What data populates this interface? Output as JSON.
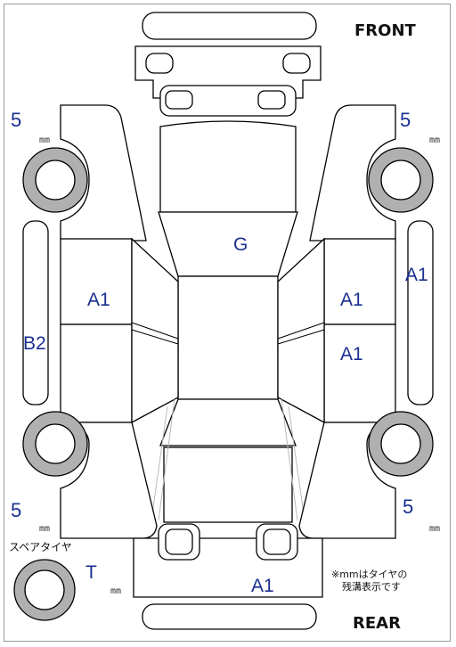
{
  "labels": {
    "front": "FRONT",
    "rear": "REAR",
    "spare_tire": "スペアタイヤ",
    "note_line1": "※mmはタイヤの",
    "note_line2": "残溝表示です"
  },
  "damage_codes": {
    "hood": "G",
    "front_left_panel": "A1",
    "front_right_panel": "A1",
    "rear_right_panel": "A1",
    "right_side_sill": "A1",
    "left_side_sill": "B2",
    "rear_bumper": "A1",
    "spare_tire": "T"
  },
  "tread_depth": {
    "front_left": "5",
    "front_right": "5",
    "rear_left": "5",
    "rear_right": "5",
    "unit": "mm"
  },
  "colors": {
    "label_blue": "#1a2f8f",
    "tire_gray": "#b0b0b0",
    "line": "#000000"
  }
}
